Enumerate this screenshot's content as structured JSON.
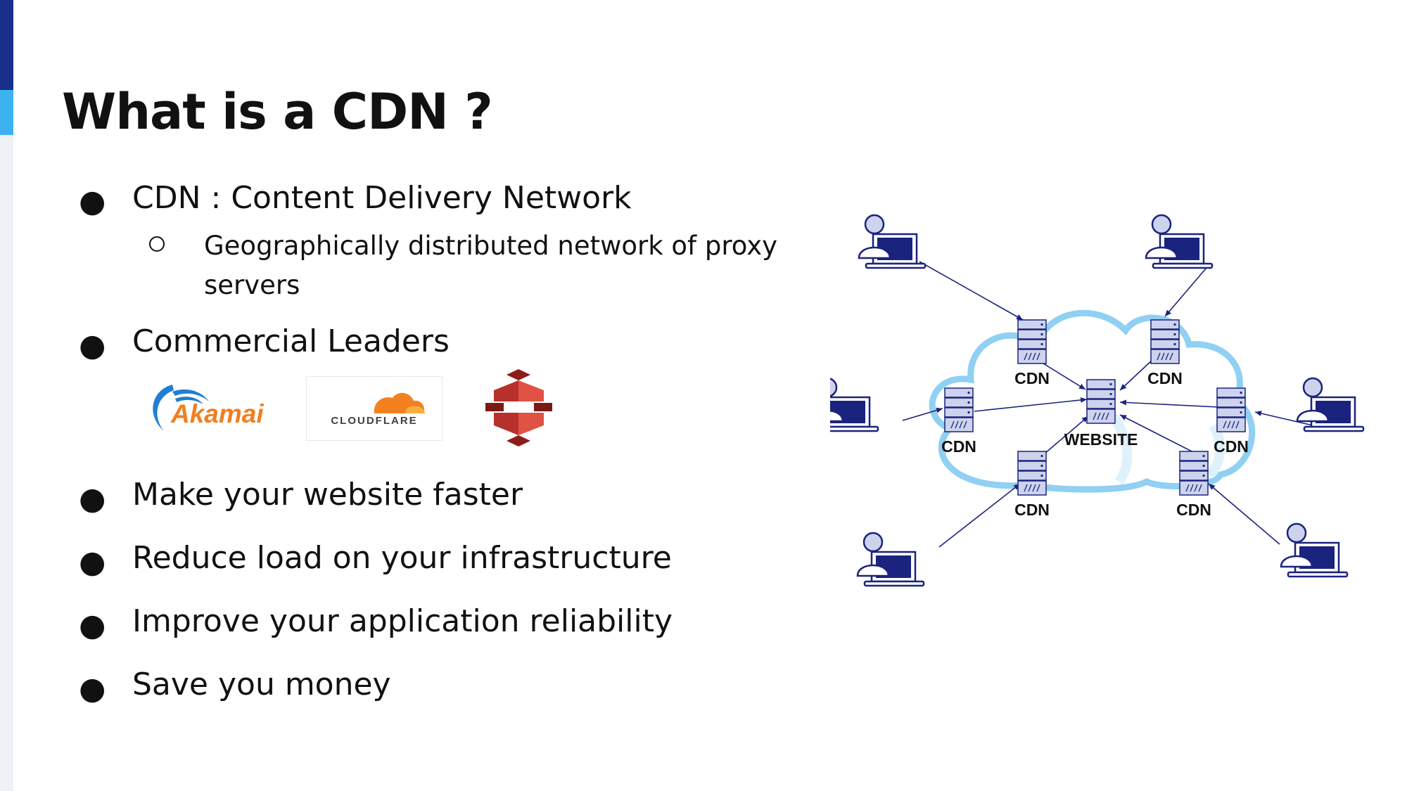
{
  "slide": {
    "title": "What is a CDN ?",
    "bullet_glyph": "●",
    "bullets": [
      "CDN : Content Delivery Network",
      "Commercial Leaders",
      "Make your website faster",
      "Reduce load on your infrastructure",
      "Improve your application reliability",
      "Save you money"
    ],
    "sub_bullet": "Geographically distributed network of proxy servers"
  },
  "logos": {
    "akamai": "Akamai",
    "cloudflare": "CLOUDFLARE"
  },
  "diagram": {
    "center_label": "WEBSITE",
    "node_label": "CDN",
    "colors": {
      "cloud": "#8fd0f3",
      "server": "#1a237e",
      "laptop": "#1a237e",
      "arrow": "#1a237e"
    }
  }
}
